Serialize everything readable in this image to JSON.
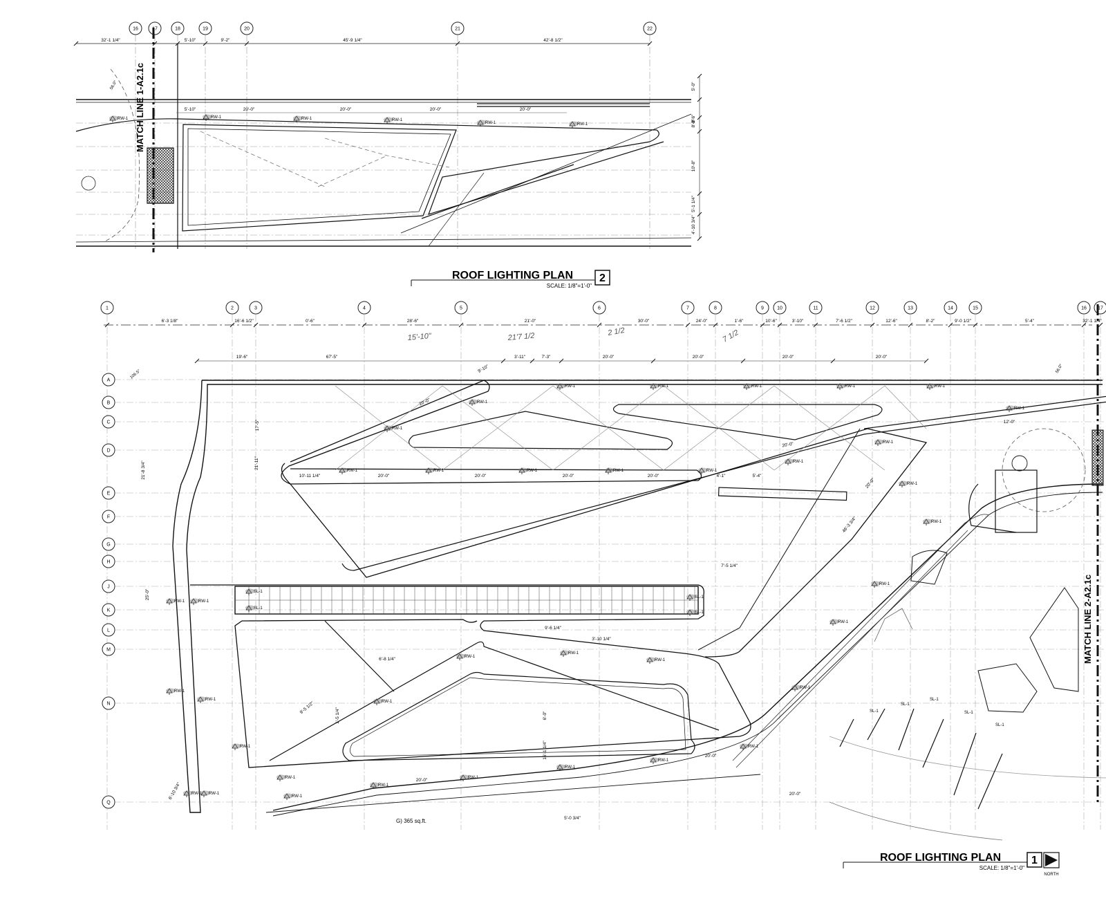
{
  "plan2": {
    "title": "ROOF LIGHTING PLAN",
    "number": "2",
    "scale": "SCALE: 1/8\"=1'-0\"",
    "match_line": "MATCH LINE 1-A2.1c",
    "grid": [
      "16",
      "17",
      "18",
      "19",
      "20",
      "21",
      "22"
    ],
    "top_dims": [
      "32'-1 1/4\"",
      "5'-10\"",
      "9'-2\"",
      "45'-9 1/4\"",
      "42'-8 1/2\""
    ],
    "row_dims": [
      "5'-10\"",
      "20'-0\"",
      "20'-0\"",
      "20'-0\"",
      "20'-0\""
    ],
    "side_dims": [
      "5'-0\"",
      "0'-6\"",
      "8'-8\"",
      "10'-8\"",
      "5'-1 1/4\"",
      "4'-10 3/4\""
    ],
    "angle": "56.0°",
    "fixture": "RW-1"
  },
  "plan1": {
    "title": "ROOF LIGHTING PLAN",
    "number": "1",
    "scale": "SCALE: 1/8\"=1'-0\"",
    "north": "NORTH",
    "match_line": "MATCH LINE 2-A2.1c",
    "grid_cols": [
      "1",
      "2",
      "3",
      "4",
      "5",
      "6",
      "7",
      "8",
      "9",
      "10",
      "11",
      "12",
      "13",
      "14",
      "15",
      "16",
      "17"
    ],
    "grid_rows": [
      "A",
      "B",
      "C",
      "D",
      "E",
      "F",
      "G",
      "H",
      "J",
      "K",
      "L",
      "M",
      "N",
      "Q"
    ],
    "top_dims": [
      "6'-3 1/8\"",
      "16'-6 1/2\"",
      "0'-6\"",
      "28'-6\"",
      "21'-0\"",
      "30'-0\"",
      "24'-0\"",
      "1'-6\"",
      "10'-6\"",
      "3'-10\"",
      "7'-6 1/2\"",
      "12'-6\"",
      "8'-2\"",
      "9'-0 1/2\"",
      "5'-4\"",
      "32'-1 1/4\""
    ],
    "second_dims": [
      "67'-5\"",
      "3'-11\"",
      "7'-3\"",
      "20'-0\"",
      "20'-0\"",
      "20'-0\"",
      "20'-0\""
    ],
    "misc_dims": [
      "19'-6\"",
      "9'-10\"",
      "17'-5\"",
      "21'-11\"",
      "10'-11 1/4\"",
      "20'-0\"",
      "20'-0\"",
      "20'-0\"",
      "20'-0\"",
      "4'-1\"",
      "5'-4\"",
      "12'-0\"",
      "20'-0\"",
      "20'-0\"",
      "20'-0\"",
      "20'-0\"",
      "20'-0\"",
      "5'-0 3/4\"",
      "7'-5 1/4\"",
      "9'-6 1/4\"",
      "6'-8 1/4\"",
      "1'-5 1/4\"",
      "6'-0\"",
      "16'-1 1/4\"",
      "9'-5 1/2\"",
      "25'-0\"",
      "21'-8 3/4\"",
      "6'-10 3/4\"",
      "46'-3 3/4\"",
      "3'-10 1/4\"",
      "20'-0\""
    ],
    "angles": [
      "106.5°",
      "56.0°"
    ],
    "area_note": "G) 365 sq.ft.",
    "handwritten": [
      "15'-10\"",
      "21'7 1/2",
      "2 1/2",
      "7 1/2"
    ],
    "fixtures": [
      "RW-1",
      "SL-1"
    ]
  }
}
